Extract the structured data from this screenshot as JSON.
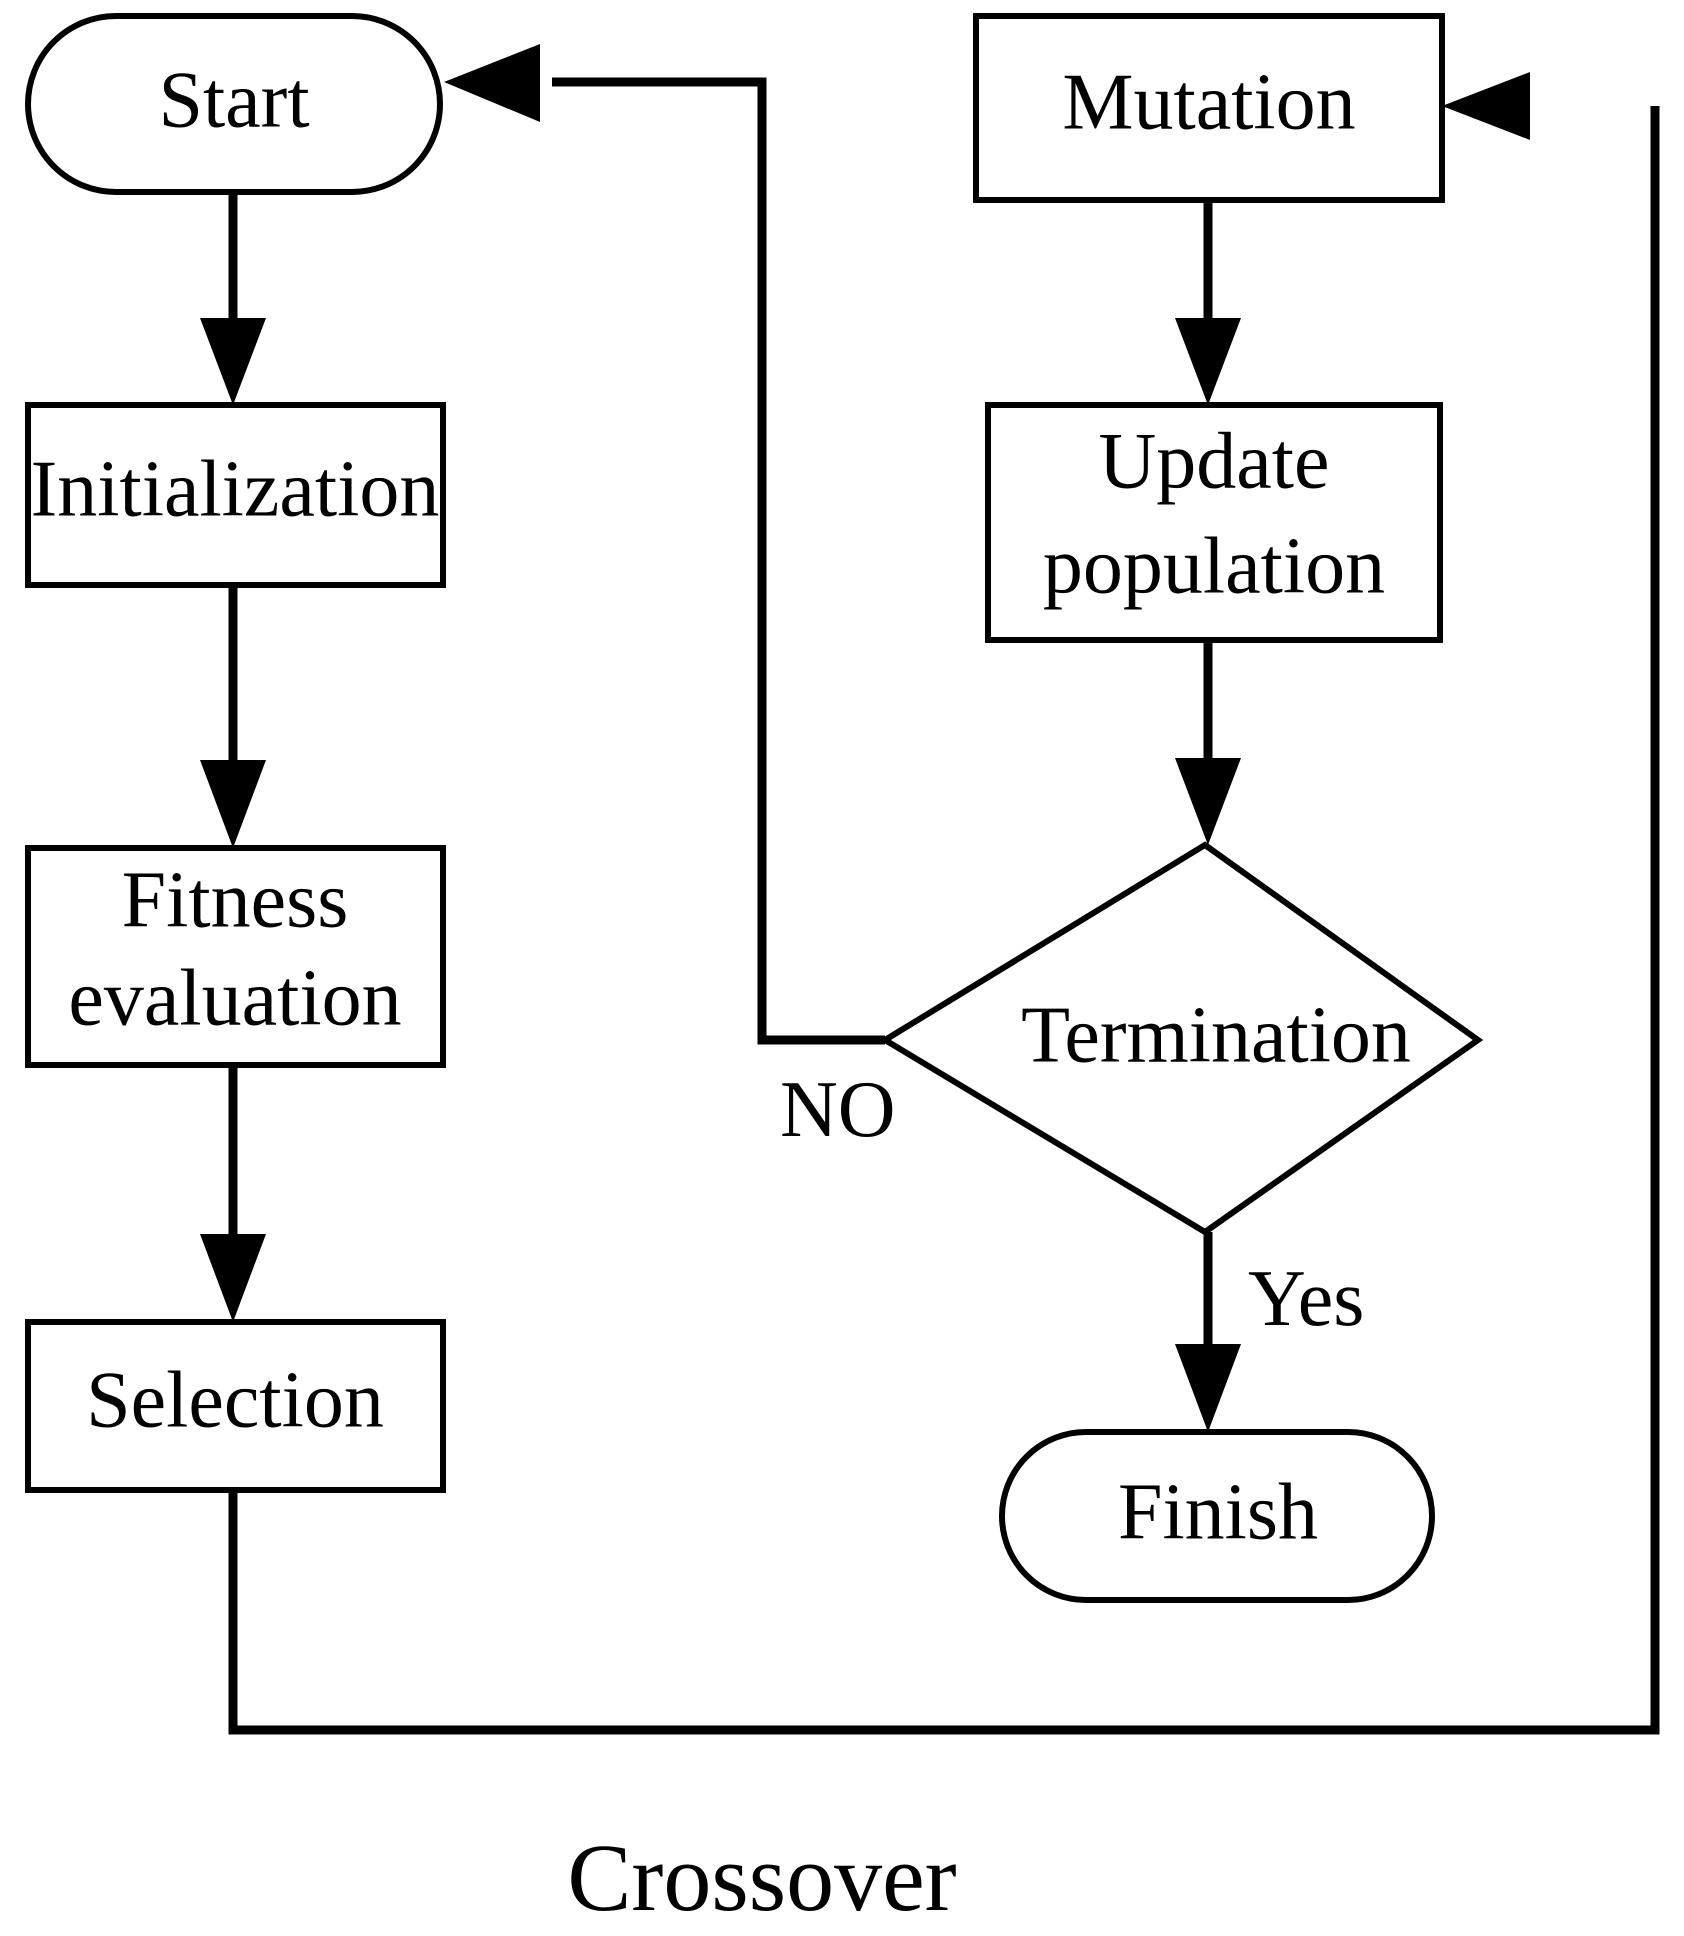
{
  "diagram": {
    "type": "flowchart",
    "title_visible": false,
    "background_color": "#ffffff",
    "stroke_color": "#000000",
    "fill_color": "#ffffff",
    "nodes": [
      {
        "id": "start",
        "label": "Start",
        "shape": "stadium"
      },
      {
        "id": "init",
        "label": "Initialization",
        "shape": "rectangle"
      },
      {
        "id": "fitness_l1",
        "label": "Fitness",
        "shape": "rectangle"
      },
      {
        "id": "fitness_l2",
        "label": "evaluation",
        "shape": "rectangle"
      },
      {
        "id": "selection",
        "label": "Selection",
        "shape": "rectangle"
      },
      {
        "id": "mutation",
        "label": "Mutation",
        "shape": "rectangle"
      },
      {
        "id": "update_l1",
        "label": "Update",
        "shape": "rectangle"
      },
      {
        "id": "update_l2",
        "label": "population",
        "shape": "rectangle"
      },
      {
        "id": "termination",
        "label": "Termination",
        "shape": "diamond"
      },
      {
        "id": "finish",
        "label": "Finish",
        "shape": "stadium"
      }
    ],
    "edge_labels": [
      {
        "id": "no",
        "label": "NO"
      },
      {
        "id": "yes",
        "label": "Yes"
      },
      {
        "id": "crossover",
        "label": "Crossover"
      }
    ]
  }
}
